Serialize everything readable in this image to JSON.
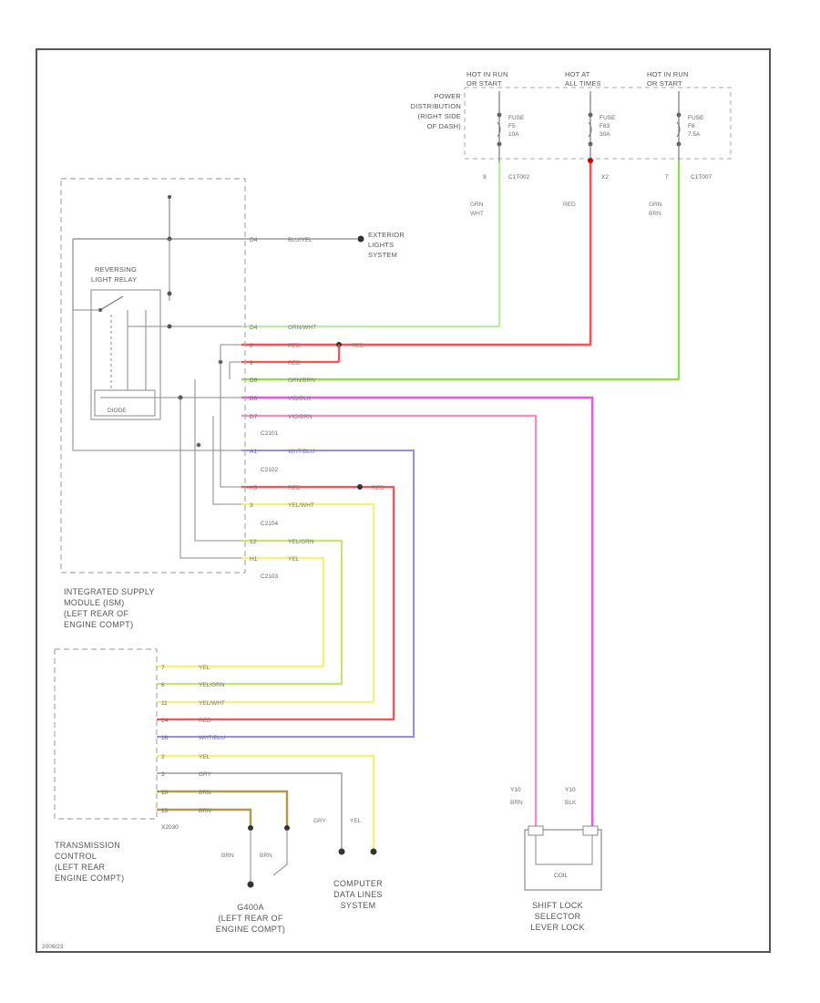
{
  "power": {
    "title": [
      "POWER",
      "DISTRIBUTION",
      "(RIGHT SIDE",
      "OF DASH)"
    ],
    "fuses": [
      {
        "hot": [
          "HOT IN RUN",
          "OR START"
        ],
        "fuse": [
          "FUSE",
          "F5",
          "10A"
        ],
        "pin": "9",
        "conn": "C1T002",
        "wire": [
          "GRN",
          "WHT"
        ]
      },
      {
        "hot": [
          "HOT AT",
          "ALL TIMES"
        ],
        "fuse": [
          "FUSE",
          "F63",
          "30A"
        ],
        "pin": "X2",
        "conn": "",
        "wire": [
          "RED"
        ]
      },
      {
        "hot": [
          "HOT IN RUN",
          "OR START"
        ],
        "fuse": [
          "FUSE",
          "F6",
          "7.5A"
        ],
        "pin": "7",
        "conn": "C1T007",
        "wire": [
          "GRN",
          "BRN"
        ]
      }
    ]
  },
  "exterior_lights": [
    "EXTERIOR",
    "LIGHTS",
    "SYSTEM"
  ],
  "relay": {
    "label": [
      "REVERSING",
      "LIGHT RELAY"
    ],
    "diode": "DIODE"
  },
  "isu": {
    "label": [
      "INTEGRATED SUPPLY",
      "MODULE (ISM)",
      "(LEFT REAR OF",
      "ENGINE COMPT)"
    ],
    "conn_c2101": "C2101",
    "conn_c2102": "C2102",
    "conn_c2104": "C2104",
    "conn_c2103": "C2103",
    "pins": [
      {
        "pin": "D4",
        "wire": "BLU/YEL"
      },
      {
        "pin": "D4",
        "wire": "GRN/WHT"
      },
      {
        "pin": "8",
        "wire": "RED"
      },
      {
        "pin": "9",
        "wire": "RED"
      },
      {
        "pin": "D9",
        "wire": "GRN/BRN"
      },
      {
        "pin": "D6",
        "wire": "VIO/BLK"
      },
      {
        "pin": "D7",
        "wire": "VIO/BRN"
      },
      {
        "pin": "A1",
        "wire": "WHT/BLU"
      },
      {
        "pin": "H5",
        "wire": "RED"
      },
      {
        "pin": "3",
        "wire": "YEL/WHT"
      },
      {
        "pin": "12",
        "wire": "YEL/GRN"
      },
      {
        "pin": "H1",
        "wire": "YEL"
      }
    ],
    "red_splice_label": "RED",
    "red_splice2_label": "RED"
  },
  "tcm": {
    "label": [
      "TRANSMISSION",
      "CONTROL",
      "(LEFT REAR",
      "ENGINE COMPT)"
    ],
    "conn": "X2030",
    "pins": [
      {
        "pin": "7",
        "wire": "YEL"
      },
      {
        "pin": "6",
        "wire": "YEL/GRN"
      },
      {
        "pin": "11",
        "wire": "YEL/WHT"
      },
      {
        "pin": "14",
        "wire": "RED"
      },
      {
        "pin": "16",
        "wire": "WHT/BLU"
      },
      {
        "pin": "2",
        "wire": "YEL"
      },
      {
        "pin": "3",
        "wire": "GRY"
      },
      {
        "pin": "10",
        "wire": "BRN"
      },
      {
        "pin": "15",
        "wire": "BRN"
      }
    ]
  },
  "ground": {
    "wires": [
      "BRN",
      "BRN"
    ],
    "label": [
      "G400A",
      "(LEFT REAR OF",
      "ENGINE COMPT)"
    ]
  },
  "data_lines": {
    "wires": [
      "GRY",
      "YEL"
    ],
    "label": [
      "COMPUTER",
      "DATA LINES",
      "SYSTEM"
    ]
  },
  "shift_lock": {
    "pins": [
      {
        "pin": "Y10",
        "wire": "BRN"
      },
      {
        "pin": "Y10",
        "wire": "BLK"
      }
    ],
    "coil": "COIL",
    "label": [
      "SHIFT LOCK",
      "SELECTOR",
      "LEVER LOCK"
    ]
  },
  "footer": "2009/23",
  "colors": {
    "frame": "#444444",
    "wire_gray": "#888888",
    "red": "#ff4d4d",
    "green_wht": "#b9f0a0",
    "green_brn": "#8fdc4a",
    "violet": "#ee55ee",
    "pink": "#f08fbf",
    "blue": "#8080ee",
    "yellow": "#f5f27a",
    "yel_grn": "#c6e86a",
    "brown": "#a89040"
  }
}
